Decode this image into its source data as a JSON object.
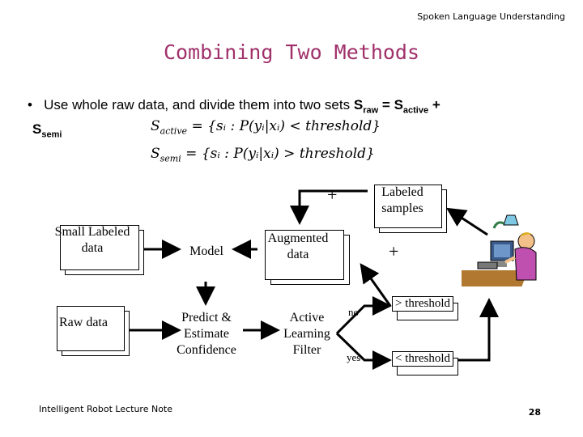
{
  "header": {
    "course": "Spoken Language Understanding"
  },
  "title": "Combining Two Methods",
  "bullet": {
    "marker": "•",
    "text": "Use whole raw data, and divide them into two sets",
    "s": "S",
    "raw_sub": "raw",
    "eq": "=",
    "active_sub": "active",
    "plus": "+",
    "semi_sub": "semi"
  },
  "formulas": {
    "active_lhs": "S",
    "active_sub": "active",
    "active_rhs": "= {sᵢ : P(yᵢ|xᵢ) < threshold}",
    "semi_lhs": "S",
    "semi_sub": "semi",
    "semi_rhs": "= {sᵢ : P(yᵢ|xᵢ) > threshold}"
  },
  "diagram": {
    "small_labeled": "Small Labeled data",
    "raw": "Raw data",
    "model": "Model",
    "predict": "Predict & Estimate Confidence",
    "augmented": "Augmented data",
    "active": "Active Learning Filter",
    "labeled": "Labeled samples",
    "plus_top": "+",
    "plus_mid": "+",
    "no": "no",
    "yes": "yes",
    "gt_threshold": "> threshold",
    "lt_threshold": "< threshold"
  },
  "icons": {
    "annotator": "person-at-computer-icon"
  },
  "footer": {
    "note": "Intelligent Robot Lecture Note",
    "page": "28"
  }
}
